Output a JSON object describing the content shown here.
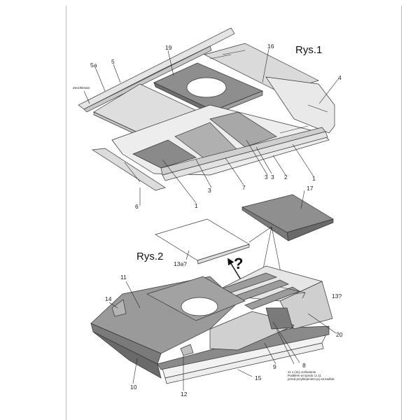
{
  "figure1": {
    "title": "Rys.1"
  },
  "figure2": {
    "title": "Rys.2"
  },
  "question_mark": "?",
  "labels": {
    "p1a": "1",
    "p1b": "1",
    "p2": "2",
    "p3a": "3",
    "p3b": "3",
    "p3c": "3",
    "p4": "4",
    "p5": "5",
    "p5a": "5a",
    "p6": "6",
    "p7": "7",
    "p8": "8",
    "p9": "9",
    "p10": "10",
    "p11": "11",
    "p12": "12",
    "p13": "13?",
    "p13a": "13a?",
    "p14": "14",
    "p15": "15",
    "p16": "16",
    "p17": "17",
    "p19": "19",
    "p20": "20"
  },
  "small_note_left": "Zesz/Breast",
  "note_bottom": [
    "11 x (11) oczliwienie",
    "Podklein wi spodu cz.11",
    "przed przyklejeniem jej na kadlub"
  ]
}
